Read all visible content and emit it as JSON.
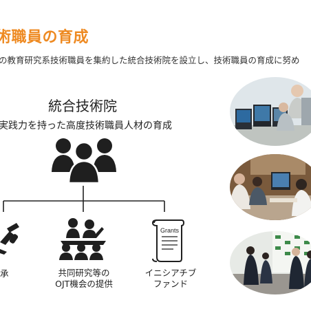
{
  "slide": {
    "title": "術職員の育成",
    "lead": "の教育研究系技術職員を集約した統合技術院を設立し、技術職員の育成に努め",
    "center": {
      "name": "統合技術院",
      "subtitle": "実践力を持った高度技術職員人材の育成"
    },
    "branches": [
      {
        "label_lines": [
          "承"
        ],
        "icon": "handshake-icon"
      },
      {
        "label_lines": [
          "共同研究等の",
          "OJT機会の提供"
        ],
        "icon": "group-meeting-icon"
      },
      {
        "label_lines": [
          "イニシアチブ",
          "ファンド"
        ],
        "icon": "grants-scroll-icon",
        "scroll_text": "Grants"
      }
    ],
    "photos": [
      {
        "name": "photo-lab-instrument"
      },
      {
        "name": "photo-meeting-room"
      },
      {
        "name": "photo-group-event"
      }
    ],
    "colors": {
      "accent": "#ee8a22",
      "icon": "#1f1f1f"
    }
  }
}
